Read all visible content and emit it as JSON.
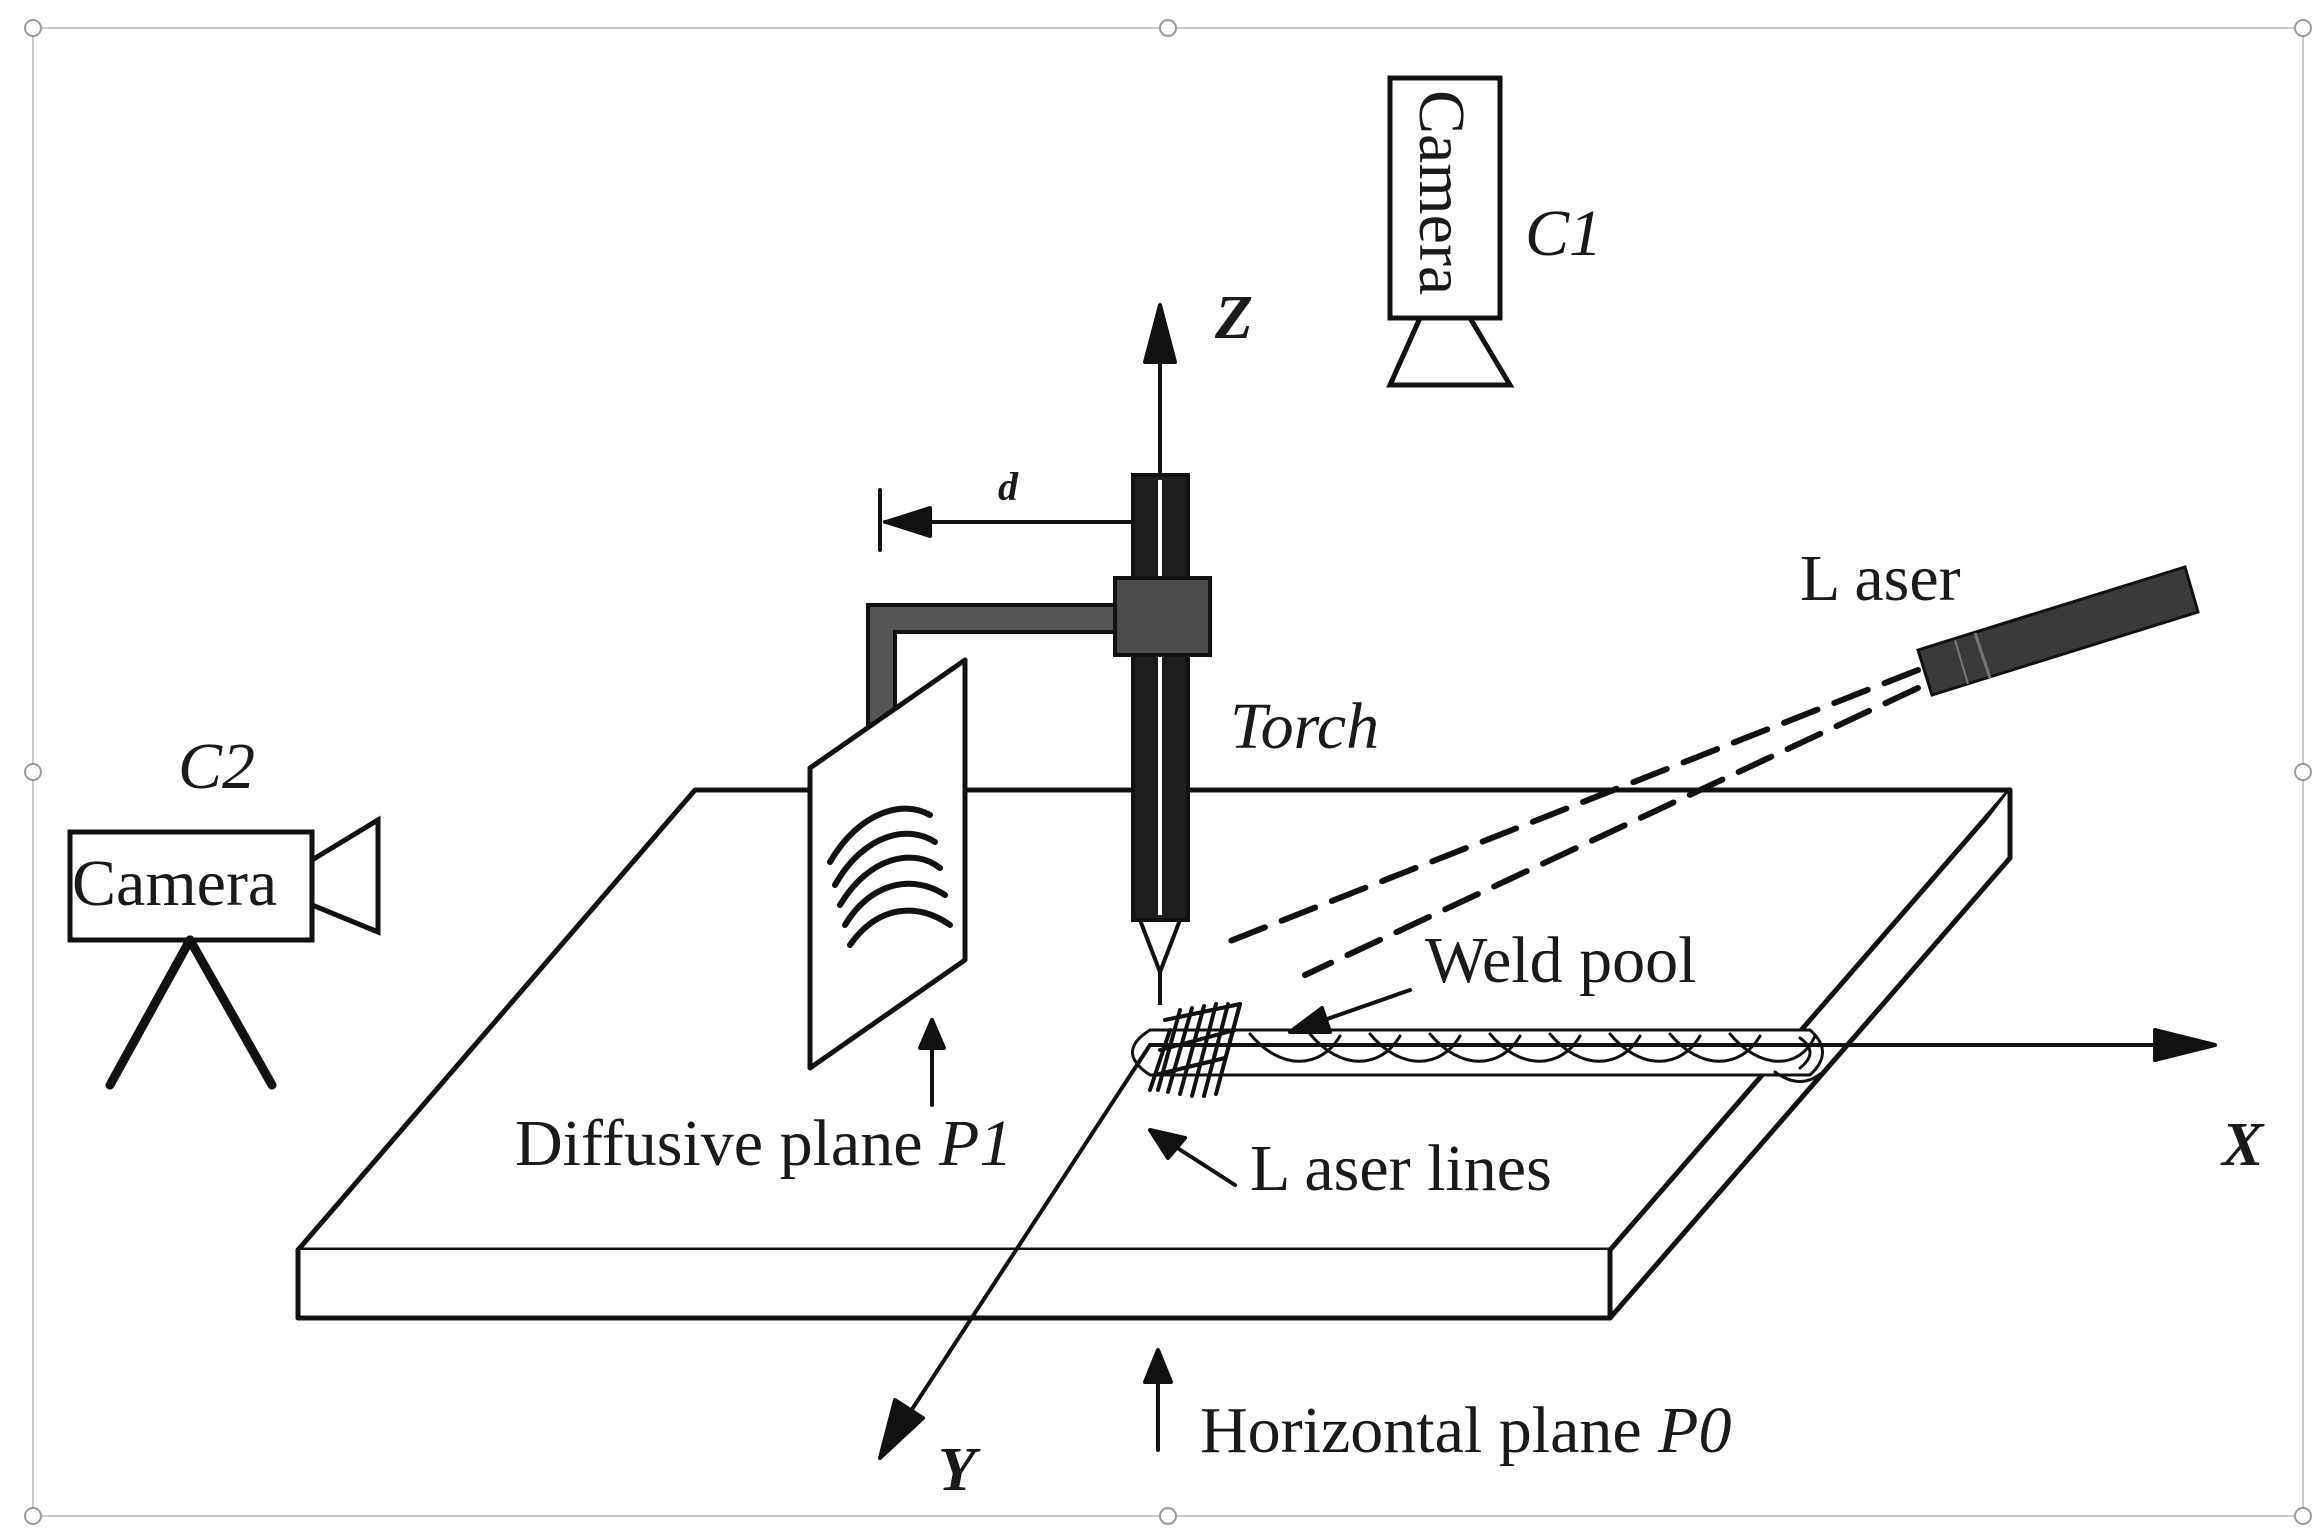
{
  "diagram": {
    "labels": {
      "camera_c1_text": "Camera",
      "camera_c1_id": "C1",
      "camera_c2_text": "Camera",
      "camera_c2_id": "C2",
      "axis_z": "Z",
      "axis_x": "X",
      "axis_y": "Y",
      "distance_d": "d",
      "laser": "L aser",
      "torch": "Torch",
      "weld_pool": "Weld pool",
      "laser_lines": "L aser lines",
      "diffusive_plane_text": "Diffusive plane ",
      "diffusive_plane_id": "P1",
      "horizontal_plane_text": "Horizontal plane ",
      "horizontal_plane_id": "P0"
    },
    "colors": {
      "ink": "#111111",
      "torch_fill": "#222222",
      "laser_body": "#3a3a3a",
      "frame": "#c8c8c8"
    }
  }
}
